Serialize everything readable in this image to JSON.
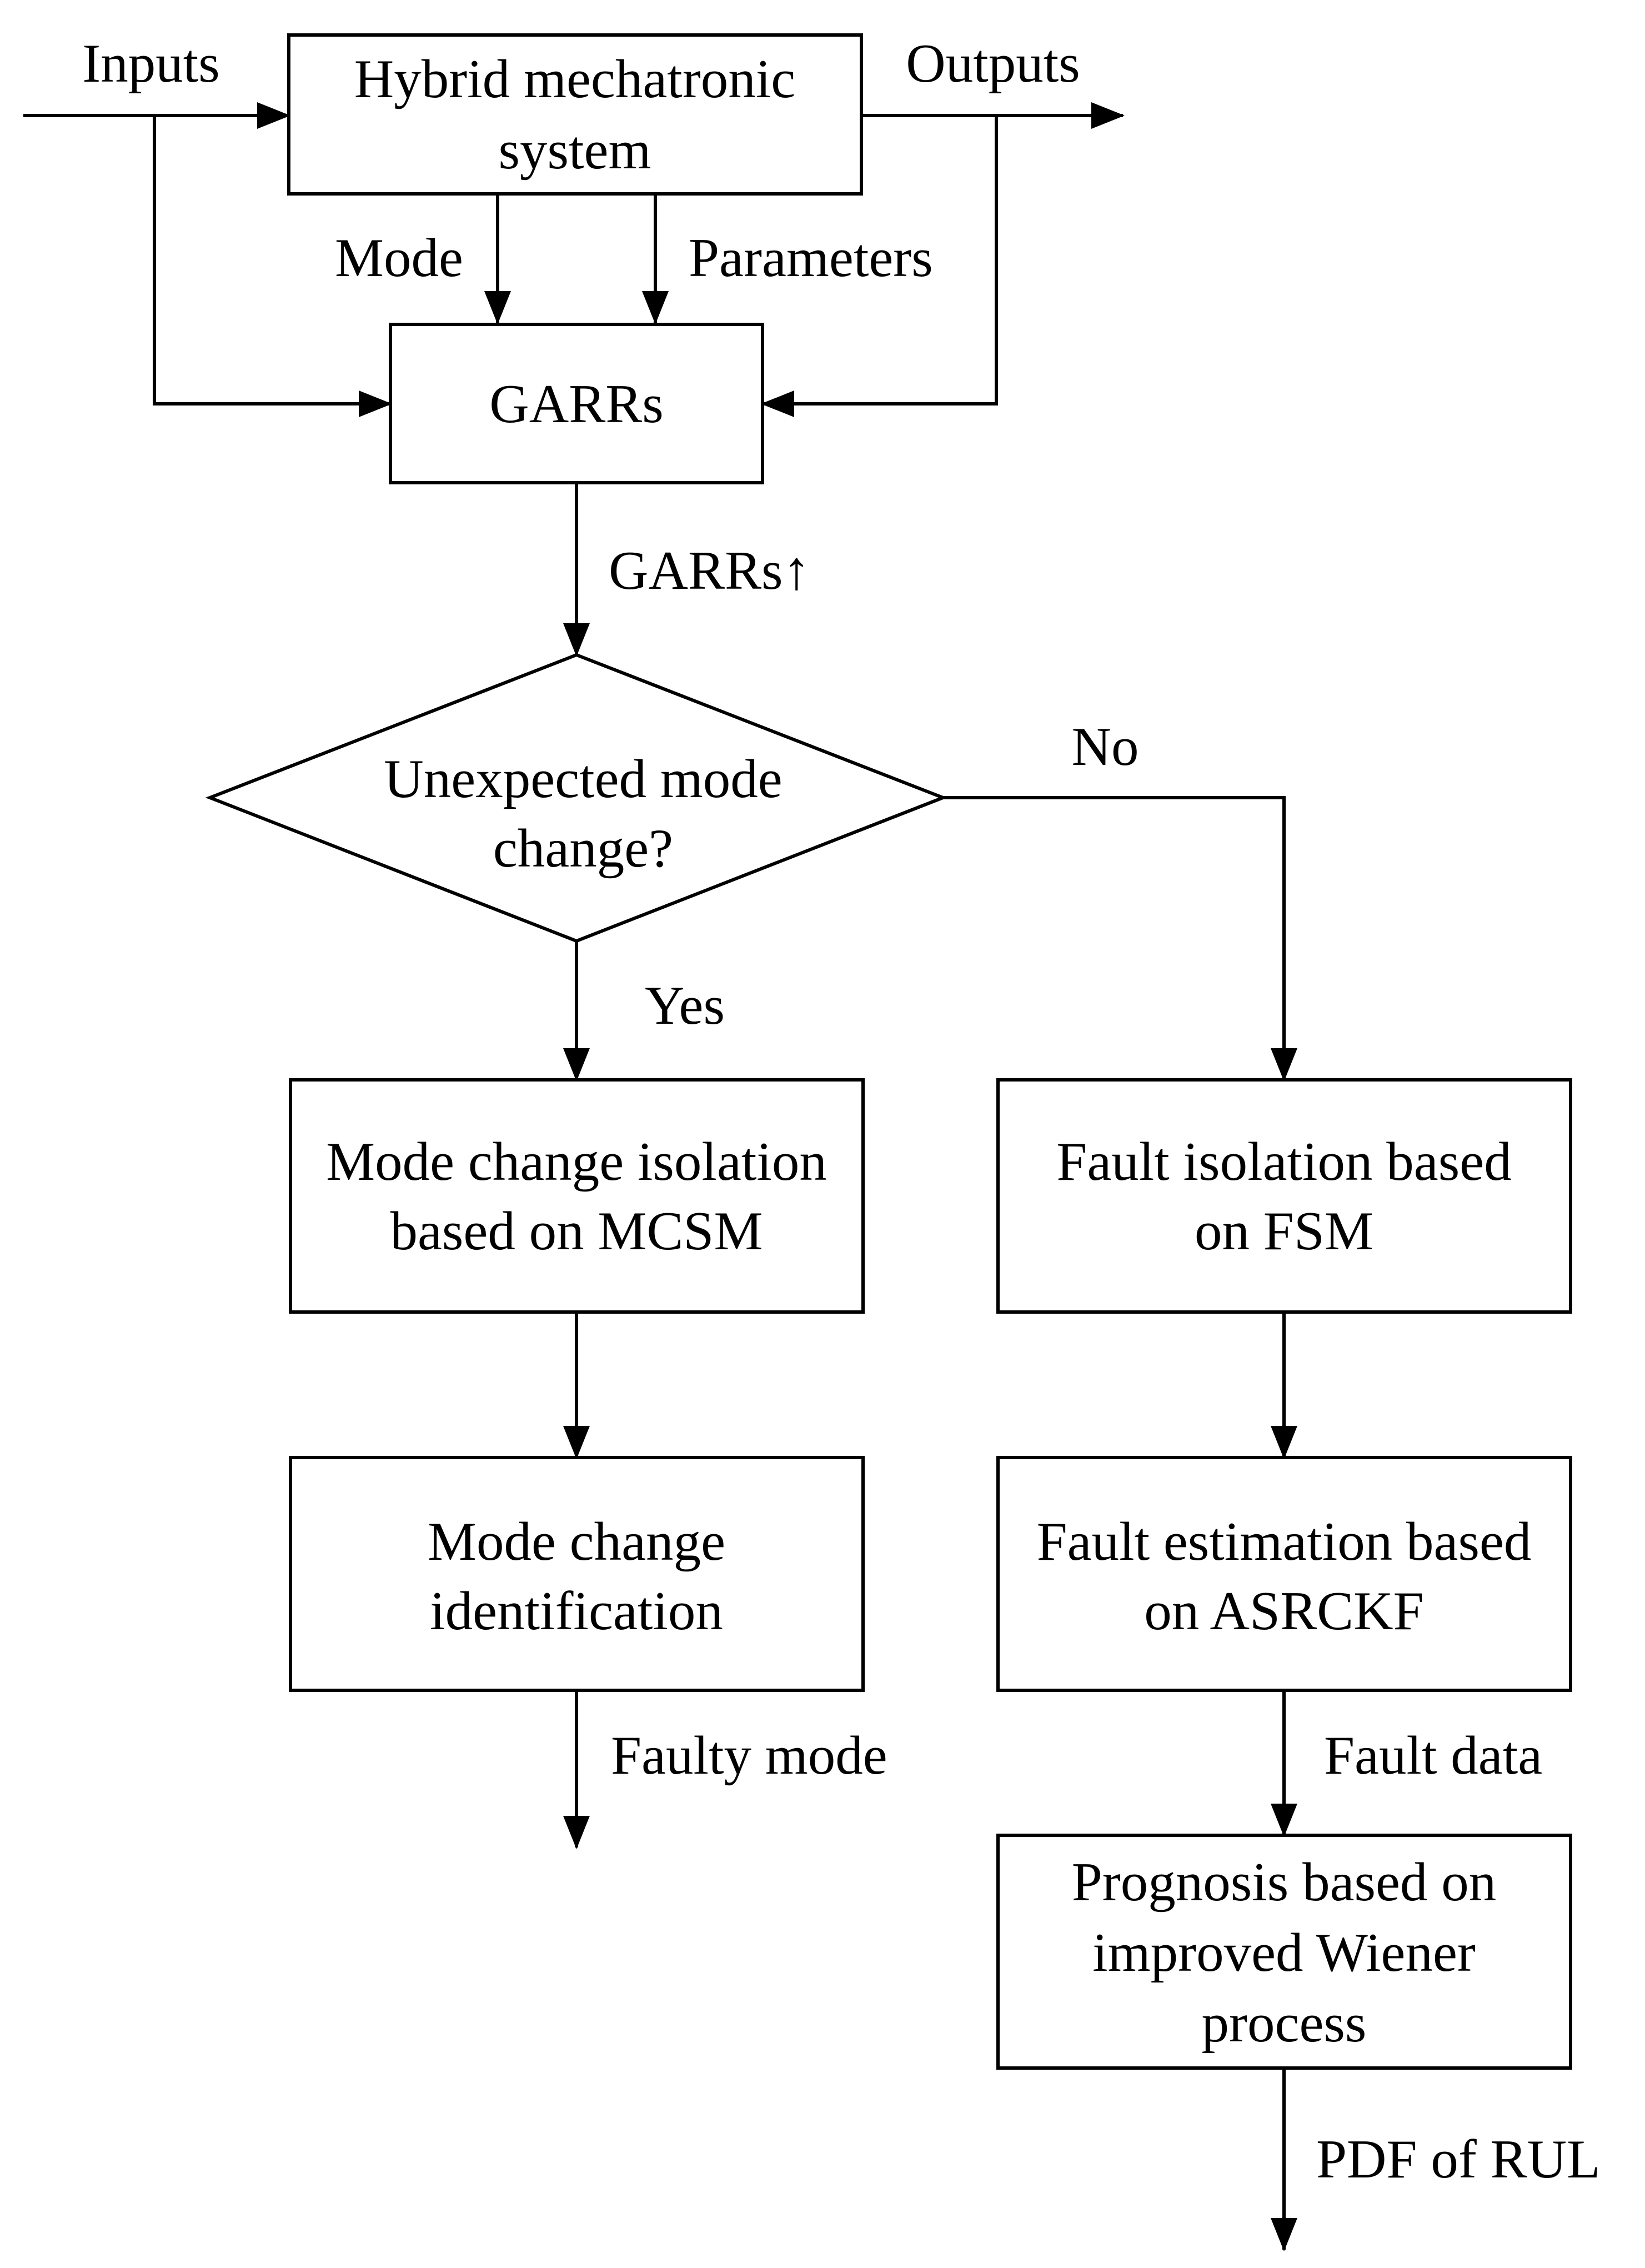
{
  "nodes": {
    "hybrid_system": {
      "line1": "Hybrid mechatronic",
      "line2": "system"
    },
    "garrs": {
      "label": "GARRs"
    },
    "decision": {
      "line1": "Unexpected mode",
      "line2": "change?"
    },
    "mode_isolation": {
      "line1": "Mode change isolation",
      "line2": "based on MCSM"
    },
    "mode_identification": {
      "line1": "Mode change",
      "line2": "identification"
    },
    "fault_isolation": {
      "line1": "Fault isolation based",
      "line2": "on FSM"
    },
    "fault_estimation": {
      "line1": "Fault estimation based",
      "line2": "on ASRCKF"
    },
    "prognosis": {
      "line1": "Prognosis based on",
      "line2": "improved Wiener",
      "line3": "process"
    }
  },
  "edge_labels": {
    "inputs": "Inputs",
    "outputs": "Outputs",
    "mode": "Mode",
    "parameters": "Parameters",
    "garrs_up": "GARRs↑",
    "no": "No",
    "yes": "Yes",
    "faulty_mode": "Faulty mode",
    "fault_data": "Fault data",
    "pdf_rul": "PDF of RUL"
  }
}
